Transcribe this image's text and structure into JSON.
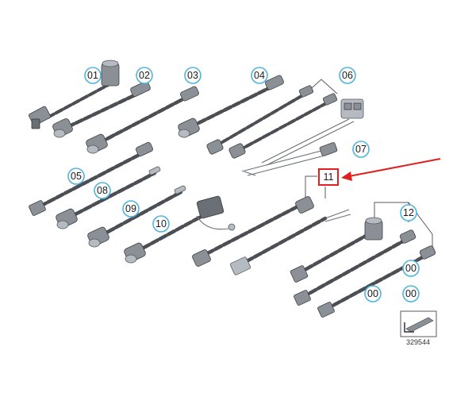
{
  "callouts": [
    "01",
    "02",
    "03",
    "04",
    "06",
    "07",
    "05",
    "08",
    "09",
    "10",
    "12",
    "00",
    "00",
    "00"
  ],
  "highlighted_callout": {
    "label": "11",
    "border_color": "#e02020"
  },
  "arrow_color": "#e02020",
  "callout_ring_color": "#4fb4df",
  "reference_number": "329544"
}
